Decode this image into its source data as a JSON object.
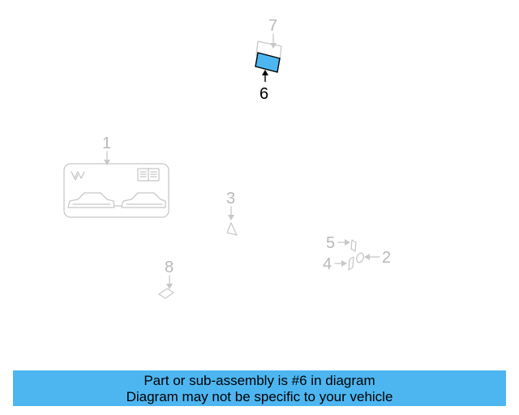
{
  "diagram": {
    "callouts": [
      {
        "id": "7",
        "label": "7",
        "highlighted": false
      },
      {
        "id": "6",
        "label": "6",
        "highlighted": true
      },
      {
        "id": "1",
        "label": "1",
        "highlighted": false
      },
      {
        "id": "3",
        "label": "3",
        "highlighted": false
      },
      {
        "id": "5",
        "label": "5",
        "highlighted": false
      },
      {
        "id": "2",
        "label": "2",
        "highlighted": false
      },
      {
        "id": "4",
        "label": "4",
        "highlighted": false
      },
      {
        "id": "8",
        "label": "8",
        "highlighted": false
      }
    ],
    "highlight_color": "#4db6f1",
    "faint_color": "#c8c8c8"
  },
  "notice": {
    "line1": "Part or sub-assembly is #6 in diagram",
    "line2": "Diagram may not be specific to your vehicle",
    "background": "#4db6f1"
  }
}
